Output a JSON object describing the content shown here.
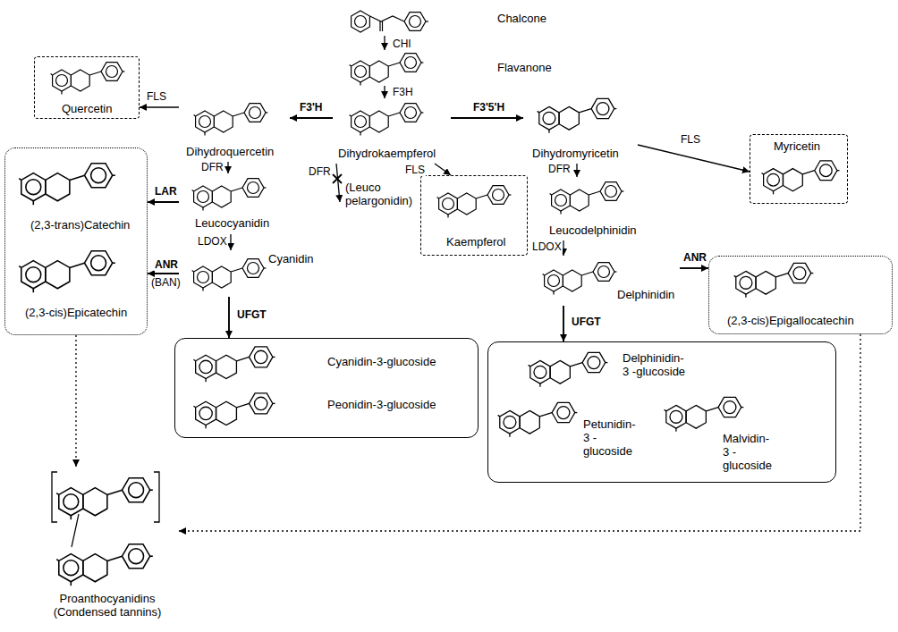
{
  "diagram": {
    "nodes": [
      {
        "text": [
          "Chalcone"
        ]
      },
      {
        "text": [
          "Flavanone"
        ]
      },
      {
        "text": [
          "Quercetin"
        ]
      },
      {
        "text": [
          "Dihydroquercetin"
        ]
      },
      {
        "text": [
          "Dihydrokaempferol"
        ]
      },
      {
        "text": [
          "Dihydromyricetin"
        ]
      },
      {
        "text": [
          "Myricetin"
        ]
      },
      {
        "text": [
          "(2,3-trans)Catechin",
          "(2,3-cis)Epicatechin"
        ]
      },
      {
        "text": [
          "Leucocyanidin"
        ]
      },
      {
        "text": [
          "(Leuco pelargonidin)"
        ]
      },
      {
        "text": [
          "Kaempferol"
        ]
      },
      {
        "text": [
          "Leucodelphinidin"
        ]
      },
      {
        "text": [
          "Cyanidin"
        ]
      },
      {
        "text": [
          "Delphinidin"
        ]
      },
      {
        "text": [
          "(2,3-cis)Epigallocatechin"
        ]
      },
      {
        "text": [
          "Cyanidin-3-glucoside",
          "Peonidin-3-glucoside"
        ]
      },
      {
        "text": [
          "Delphinidin-3 -glucoside",
          "Petunidin-3 -glucoside",
          "Malvidin-3 -glucoside"
        ]
      },
      {
        "text": [
          "Proanthocyanidins (Condensed tannins)"
        ]
      }
    ],
    "edges": [
      {
        "from": 0,
        "to": 1,
        "label": "CHI",
        "arrow": "to"
      },
      {
        "from": 1,
        "to": 4,
        "label": "F3H",
        "arrow": "to"
      },
      {
        "from": 4,
        "to": 3,
        "label": "F3'H",
        "arrow": "to"
      },
      {
        "from": 4,
        "to": 5,
        "label": "F3'5'H",
        "arrow": "to"
      },
      {
        "from": 3,
        "to": 2,
        "label": "FLS",
        "arrow": "to"
      },
      {
        "from": 5,
        "to": 6,
        "label": "FLS",
        "arrow": "to"
      },
      {
        "from": 3,
        "to": 8,
        "label": "DFR",
        "arrow": "to"
      },
      {
        "from": 4,
        "to": 9,
        "label": "DFR",
        "arrow": "to"
      },
      {
        "from": 4,
        "to": 10,
        "label": "FLS",
        "arrow": "to"
      },
      {
        "from": 5,
        "to": 11,
        "label": "DFR",
        "arrow": "to"
      },
      {
        "from": 8,
        "to": 7,
        "label": "LAR",
        "arrow": "to"
      },
      {
        "from": 8,
        "to": 12,
        "label": "LDOX",
        "arrow": "to"
      },
      {
        "from": 12,
        "to": 7,
        "label": "ANR",
        "arrow": "to"
      },
      {
        "from": 11,
        "to": 13,
        "label": "LDOX",
        "arrow": "to"
      },
      {
        "from": 13,
        "to": 14,
        "label": "ANR",
        "arrow": "to"
      },
      {
        "from": 12,
        "to": 15,
        "label": "UFGT",
        "arrow": "to"
      },
      {
        "from": 13,
        "to": 16,
        "label": "UFGT",
        "arrow": "to"
      },
      {
        "from": 7,
        "to": 17,
        "arrow": "to"
      },
      {
        "from": 14,
        "to": 17,
        "arrow": "to"
      }
    ],
    "labels": [
      "(BAN)"
    ]
  }
}
